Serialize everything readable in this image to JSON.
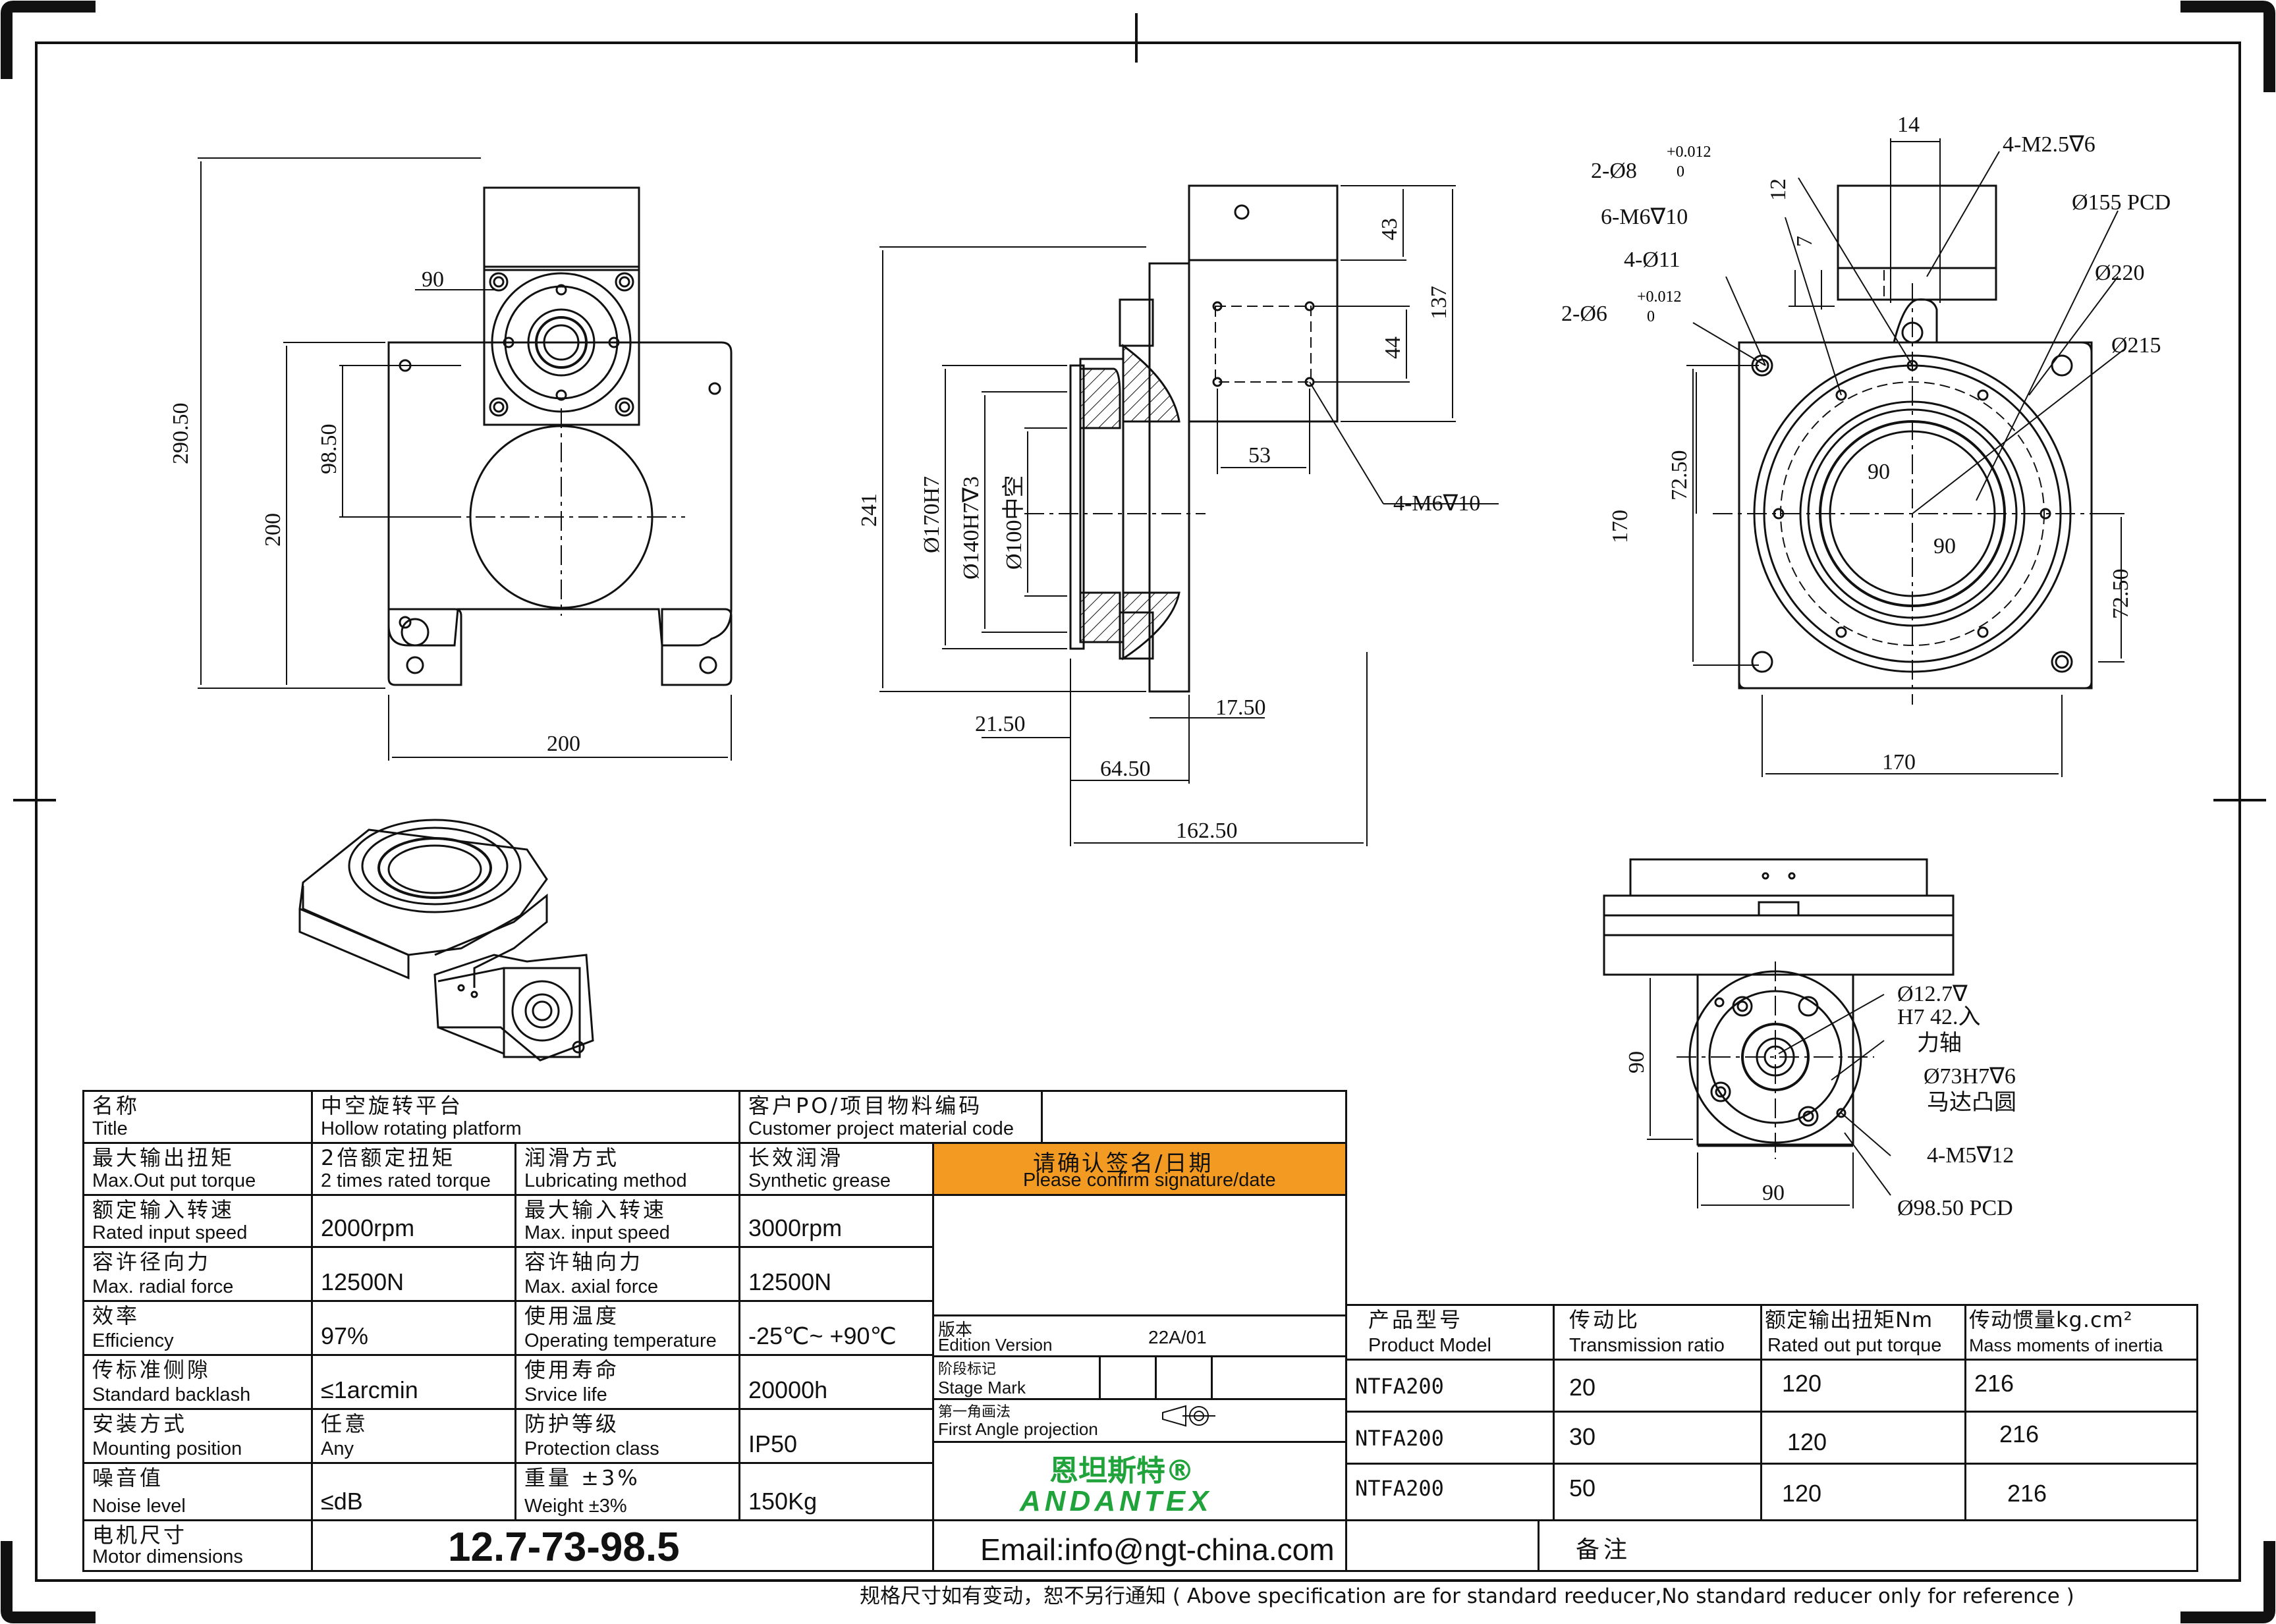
{
  "dimensions": {
    "top_view": {
      "d90": "90",
      "d290_50": "290.50",
      "d98_50": "98.50",
      "d200_v": "200",
      "d200_h": "200"
    },
    "section_view": {
      "d241": "241",
      "d170h7": "Ø170H7",
      "d140h7": "Ø140H7∇3",
      "d100": "Ø100中空",
      "d43": "43",
      "d137": "137",
      "d44": "44",
      "d53": "53",
      "m6": "4-M6∇10",
      "d21_50": "21.50",
      "d17_50": "17.50",
      "d64_50": "64.50",
      "d162_50": "162.50"
    },
    "front_view": {
      "d14": "14",
      "m2_5": "4-M2.5∇6",
      "phi8": "2-Ø8",
      "tol1_up": "+0.012",
      "tol1_lo": "0",
      "d12": "12",
      "d7": "7",
      "pcd155": "Ø155 PCD",
      "m6_10": "6-M6∇10",
      "phi220": "Ø220",
      "phi11": "4-Ø11",
      "phi6": "2-Ø6",
      "tol2_up": "+0.012",
      "tol2_lo": "0",
      "phi215": "Ø215",
      "d72_50_l": "72.50",
      "d90_a": "90",
      "d170_v": "170",
      "d90_b": "90",
      "d72_50_r": "72.50",
      "d170_h": "170"
    },
    "motor_view": {
      "d90_v": "90",
      "d90_h": "90",
      "shaft1": "Ø12.7∇",
      "shaft2": "H7  42.入",
      "shaft3": "力轴",
      "spigot1": "Ø73H7∇6",
      "spigot2": "马达凸圆",
      "m5": "4-M5∇12",
      "pcd98": "Ø98.50 PCD"
    }
  },
  "spec_table": {
    "title_cn": "名称",
    "title_en": "Title",
    "title_val_cn": "中空旋转平台",
    "title_val_en": "Hollow rotating platform",
    "cust_cn": "客户PO/项目物料编码",
    "cust_en": "Customer project material code",
    "rows": [
      {
        "l_cn": "最大输出扭矩",
        "l_en": "Max.Out put torque",
        "l_val_cn": "2倍额定扭矩",
        "l_val_en": "2 times rated torque",
        "r_cn": "润滑方式",
        "r_en": "Lubricating method",
        "r_val_cn": "长效润滑",
        "r_val_en": "Synthetic grease"
      },
      {
        "l_cn": "额定输入转速",
        "l_en": "Rated input speed",
        "l_val": "2000rpm",
        "r_cn": "最大输入转速",
        "r_en": "Max. input speed",
        "r_val": "3000rpm"
      },
      {
        "l_cn": "容许径向力",
        "l_en": "Max. radial force",
        "l_val": "12500N",
        "r_cn": "容许轴向力",
        "r_en": "Max. axial force",
        "r_val": "12500N"
      },
      {
        "l_cn": "效率",
        "l_en": "Efficiency",
        "l_val": "97%",
        "r_cn": "使用温度",
        "r_en": "Operating temperature",
        "r_val": "-25℃~ +90℃"
      },
      {
        "l_cn": "传标准侧隙",
        "l_en": "Standard backlash",
        "l_val": "≤1arcmin",
        "r_cn": "使用寿命",
        "r_en": "Srvice life",
        "r_val": "20000h"
      },
      {
        "l_cn": "安装方式",
        "l_en": "Mounting position",
        "l_val_cn": "任意",
        "l_val_en": "Any",
        "r_cn": "防护等级",
        "r_en": "Protection class",
        "r_val": "IP50"
      },
      {
        "l_cn": "噪音值",
        "l_en": "Noise level",
        "l_val": "≤dB",
        "r_cn": "重量 ±3%",
        "r_en": "Weight ±3%",
        "r_val": "150Kg"
      }
    ],
    "motor_cn": "电机尺寸",
    "motor_en": "Motor dimensions",
    "motor_val": "12.7-73-98.5",
    "confirm_cn": "请确认签名/日期",
    "confirm_en": "Please confirm signature/date",
    "edition_cn": "版本",
    "edition_en": "Edition Version",
    "edition_val": "22A/01",
    "stage_cn": "阶段标记",
    "stage_en": "Stage Mark",
    "proj_cn": "第一角画法",
    "proj_en": "First Angle projection",
    "brand_cn": "恩坦斯特®",
    "brand_en": "ANDANTEX",
    "email": "Email:info@ngt-china.com",
    "remark_cn": "备注",
    "model_headers": [
      {
        "cn": "产品型号",
        "en": "Product Model"
      },
      {
        "cn": "传动比",
        "en": "Transmission ratio"
      },
      {
        "cn": "额定输出扭矩Nm",
        "en": "Rated out put torque"
      },
      {
        "cn": "传动惯量kg.cm²",
        "en": "Mass moments of inertia"
      }
    ],
    "models": [
      {
        "model": "NTFA200",
        "ratio": "20",
        "torque": "120",
        "inertia": "216"
      },
      {
        "model": "NTFA200",
        "ratio": "30",
        "torque": "120",
        "inertia": "216"
      },
      {
        "model": "NTFA200",
        "ratio": "50",
        "torque": "120",
        "inertia": "216"
      }
    ],
    "footer": "规格尺寸如有变动，恕不另行通知 ( Above specification are for standard reeducer,No standard reducer only for reference )"
  },
  "colors": {
    "accent": "#f39a23",
    "brand": "#1fa33a",
    "line": "#111111"
  }
}
